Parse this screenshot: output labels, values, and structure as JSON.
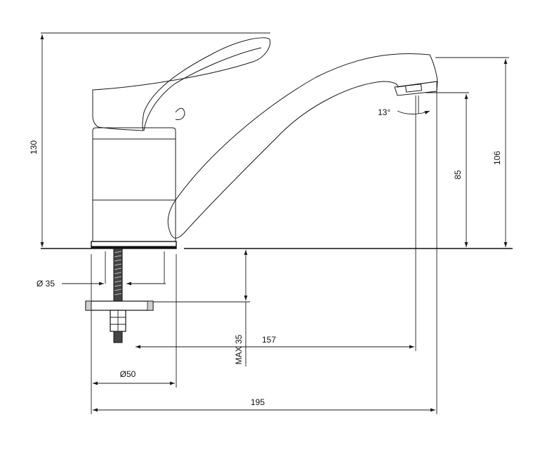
{
  "dimensions": {
    "height_total": "130",
    "spout_height": "106",
    "aerator_clearance": "85",
    "spout_angle": "13°",
    "thread_diameter": "Ø 35",
    "max_counter_thickness": "MAX 35",
    "spout_reach": "157",
    "base_diameter": "Ø50",
    "overall_length": "195"
  },
  "colors": {
    "line": "#1a1a1a",
    "background": "#ffffff"
  }
}
